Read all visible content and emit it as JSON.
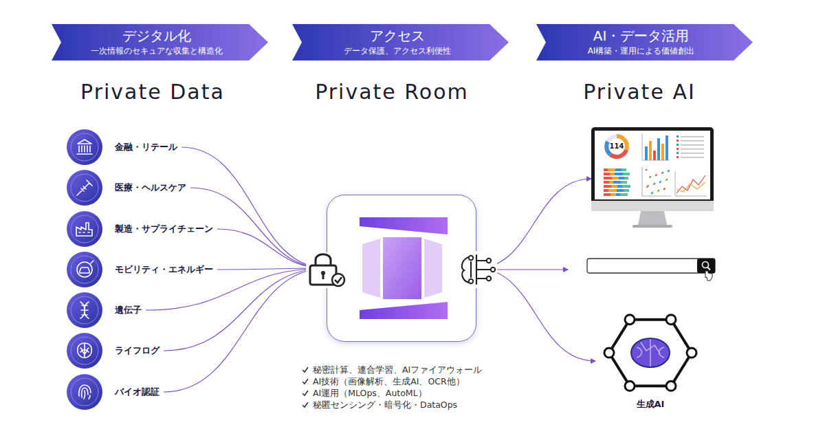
{
  "diagram": {
    "nodes": [
      {
        "text": [
          "デジタル化",
          "一次情報のセキュアな収集と構造化"
        ]
      },
      {
        "text": [
          "アクセス",
          "データ保護、アクセス利便性"
        ]
      },
      {
        "text": [
          "AI・データ活用",
          "AI構築・運用による価値創出"
        ]
      },
      {
        "text": [
          "金融・リテール"
        ]
      },
      {
        "text": [
          "医療・ヘルスケア"
        ]
      },
      {
        "text": [
          "製造・サプライチェーン"
        ]
      },
      {
        "text": [
          "モビリティ・エネルギー"
        ]
      },
      {
        "text": [
          "遺伝子"
        ]
      },
      {
        "text": [
          "ライフログ"
        ]
      },
      {
        "text": [
          "バイオ認証"
        ]
      },
      {
        "text": [
          "秘密計算、連合学習、AIファイアウォール",
          "AI技術（画像解析、生成AI、OCR他）",
          "AI運用（MLOps、AutoML）",
          "秘匿センシング・暗号化・DataOps"
        ]
      },
      {
        "text": [
          "114"
        ]
      },
      {
        "text": [
          "生成AI"
        ]
      }
    ],
    "edges": [
      {
        "from": 3,
        "to": 10,
        "arrow": "none"
      },
      {
        "from": 4,
        "to": 10,
        "arrow": "none"
      },
      {
        "from": 5,
        "to": 10,
        "arrow": "none"
      },
      {
        "from": 6,
        "to": 10,
        "arrow": "none"
      },
      {
        "from": 7,
        "to": 10,
        "arrow": "none"
      },
      {
        "from": 8,
        "to": 10,
        "arrow": "none"
      },
      {
        "from": 9,
        "to": 10,
        "arrow": "none"
      },
      {
        "from": 10,
        "to": 11,
        "arrow": "to"
      },
      {
        "from": 10,
        "to": 12,
        "arrow": "to"
      }
    ],
    "labels": [
      "Private Data",
      "Private Room",
      "Private AI"
    ]
  }
}
